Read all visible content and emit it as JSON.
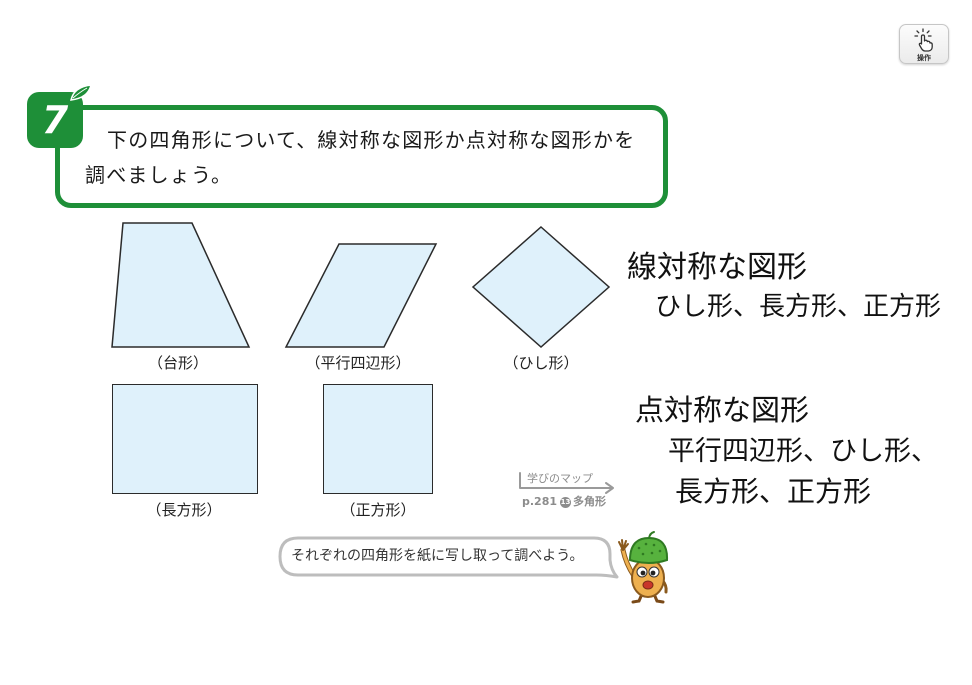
{
  "toolbar": {
    "operation_label": "操作",
    "operation_icon": "tap-hand-icon"
  },
  "problem": {
    "number": "7",
    "line1": "下の四角形について、線対称な図形か点対称な図形かを",
    "line2": "調べましょう。",
    "badge_icon": "leaf-icon"
  },
  "shapes": [
    {
      "label": "（台形）"
    },
    {
      "label": "（平行四辺形）"
    },
    {
      "label": "（ひし形）"
    },
    {
      "label": "（長方形）"
    },
    {
      "label": "（正方形）"
    }
  ],
  "map_reference": {
    "title": "学びのマップ",
    "page": "p.281",
    "unit_number": "13",
    "unit_name": "多角形",
    "arrow_icon": "arrow-right-icon"
  },
  "speech_bubble": {
    "text": "それぞれの四角形を紙に写し取って調べよう。"
  },
  "handwritten_notes": {
    "line_symmetric": {
      "heading": "線対称な図形",
      "items": "ひし形、長方形、正方形"
    },
    "point_symmetric": {
      "heading": "点対称な図形",
      "items_line1": "平行四辺形、ひし形、",
      "items_line2": "長方形、正方形"
    }
  },
  "colors": {
    "accent_green": "#1e8f38",
    "shape_fill": "#dff1fb",
    "shape_stroke": "#2b2b2b",
    "bubble_border": "#bdbdbd",
    "reference_gray": "#8c8c8c",
    "mascot_cap": "#57b23e",
    "mascot_face": "#eeb04f"
  }
}
